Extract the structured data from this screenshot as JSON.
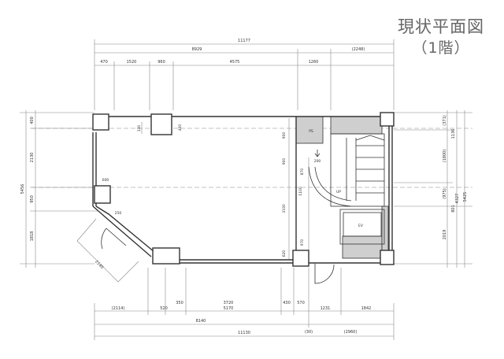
{
  "title": {
    "main": "現状平面図",
    "sub": "（1階）"
  },
  "colors": {
    "line": "#333333",
    "dim": "#777777",
    "fill": "#cfcfcf",
    "title": "#666666"
  },
  "dims": {
    "top_overall": "11177",
    "top_second": "8929",
    "top_second_paren": "(2248)",
    "top_segments": [
      "470",
      "1520",
      "960",
      "4575",
      "1260"
    ],
    "bottom_segments": [
      "(2114)",
      "520",
      "350",
      "3720",
      "430",
      "570",
      "1231",
      "1842"
    ],
    "bottom_middle": "5170",
    "bottom_second": "8140",
    "bottom_second_small": "(30)",
    "bottom_second_paren": "(2960)",
    "bottom_overall": "11130",
    "left_overall": "5456",
    "left_segments": [
      "400",
      "2130",
      "950",
      "1818"
    ],
    "right_overall": "5425",
    "right_second": "4327",
    "right_segments": [
      "(371)",
      "(1800)",
      "(975)",
      "2019"
    ],
    "right_small": [
      "1136",
      "801"
    ],
    "diag": "2140"
  },
  "labels": {
    "ps": "PS",
    "ev": "EV",
    "up": "UP",
    "d900a": "900",
    "d900b": "900",
    "d400": "400",
    "d130": "130",
    "d600": "600",
    "d250": "250",
    "d200": "200",
    "d1100": "1100",
    "d3330": "3330",
    "d870": "870",
    "d620": "620",
    "d970": "970"
  }
}
